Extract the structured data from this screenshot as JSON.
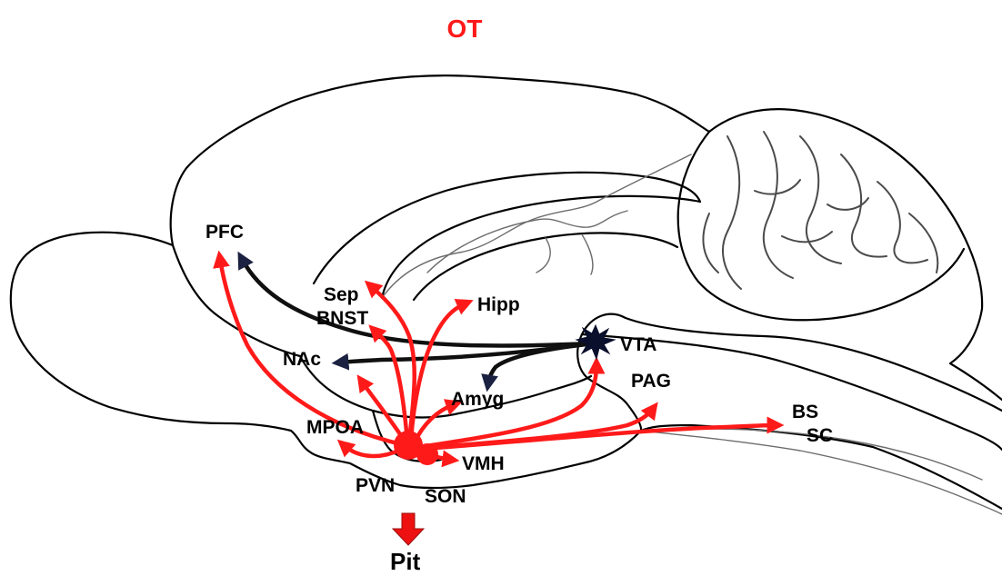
{
  "title": "OT",
  "colors": {
    "oxytocin_red": "#ff1a1a",
    "dopamine_black": "#101010",
    "pituitary_arrow": "#ee1111",
    "outline": "#000000"
  },
  "labels": {
    "pfc": "PFC",
    "sep": "Sep",
    "bnst": "BNST",
    "hipp": "Hipp",
    "nac": "NAc",
    "vta": "VTA",
    "pag": "PAG",
    "amyg": "Amyg",
    "mpoa": "MPOA",
    "bs": "BS",
    "sc": "SC",
    "pvn": "PVN",
    "son": "SON",
    "vmh": "VMH",
    "pit": "Pit"
  },
  "projections": {
    "oxytocin_from_pvn_son": [
      "PFC",
      "Sep",
      "BNST",
      "Hipp",
      "NAc",
      "Amyg",
      "MPOA",
      "VTA",
      "PAG",
      "BS",
      "SC",
      "VMH",
      "Pit"
    ],
    "dopamine_from_vta": [
      "PFC",
      "NAc",
      "Amyg"
    ]
  }
}
